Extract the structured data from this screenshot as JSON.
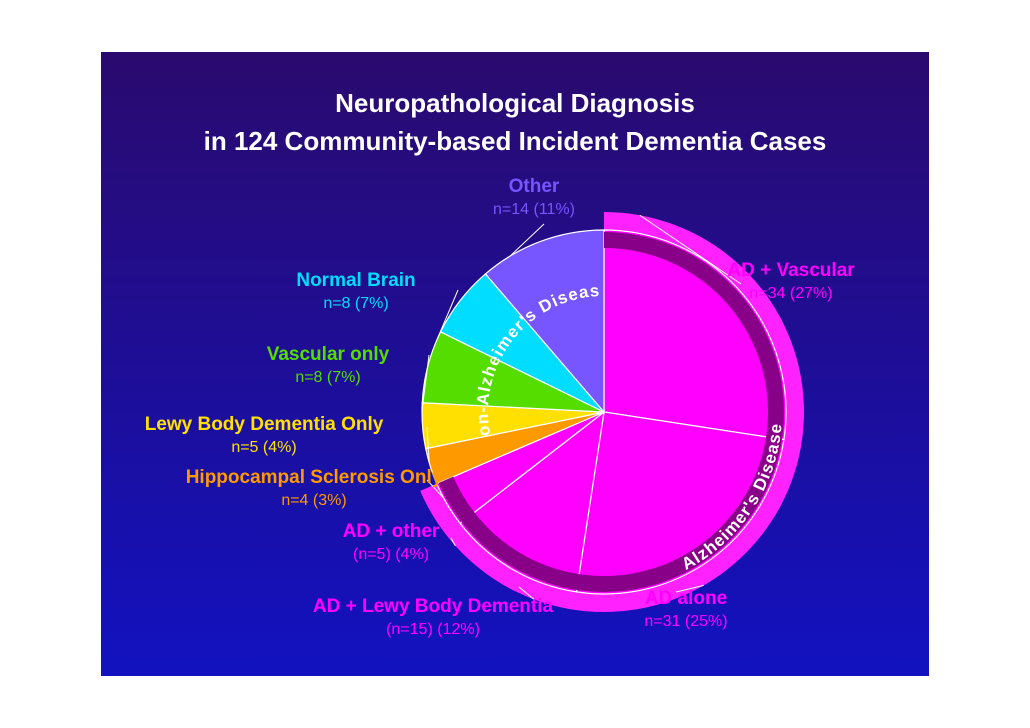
{
  "chart_data": {
    "type": "pie",
    "title": [
      "Neuropathological Diagnosis",
      "in 124 Community-based Incident Dementia Cases"
    ],
    "slices": [
      {
        "label": "AD + Vascular",
        "count": "n=34 (27%)",
        "value": 34,
        "percent": 27,
        "color": "#ff00ff",
        "group": "ad"
      },
      {
        "label": "AD alone",
        "count": "n=31 (25%)",
        "value": 31,
        "percent": 25,
        "color": "#ff00ff",
        "group": "ad"
      },
      {
        "label": "AD + Lewy Body Dementia",
        "count": "(n=15) (12%)",
        "value": 15,
        "percent": 12,
        "color": "#ff00ff",
        "group": "ad"
      },
      {
        "label": "AD + other",
        "count": "(n=5) (4%)",
        "value": 5,
        "percent": 4,
        "color": "#ff00ff",
        "group": "ad"
      },
      {
        "label": "Hippocampal Sclerosis Only",
        "count": "n=4 (3%)",
        "value": 4,
        "percent": 3,
        "color": "#ff9900",
        "group": "non"
      },
      {
        "label": "Lewy Body Dementia Only",
        "count": "n=5 (4%)",
        "value": 5,
        "percent": 4,
        "color": "#ffe000",
        "group": "non"
      },
      {
        "label": "Vascular only",
        "count": "n=8 (7%)",
        "value": 8,
        "percent": 7,
        "color": "#55dd00",
        "group": "non"
      },
      {
        "label": "Normal Brain",
        "count": "n=8 (7%)",
        "value": 8,
        "percent": 7,
        "color": "#00ddff",
        "group": "non"
      },
      {
        "label": "Other",
        "count": "n=14 (11%)",
        "value": 14,
        "percent": 11,
        "color": "#7755ff",
        "group": "non"
      }
    ],
    "groups": {
      "ad": {
        "label": "Alzheimer's Disease",
        "outer_color": "#ff22ff",
        "inner_color": "#880088"
      },
      "non": {
        "label": "Non-Alzheimer's Disease"
      }
    },
    "background": [
      "#2a0a6e",
      "#1212c0"
    ]
  }
}
